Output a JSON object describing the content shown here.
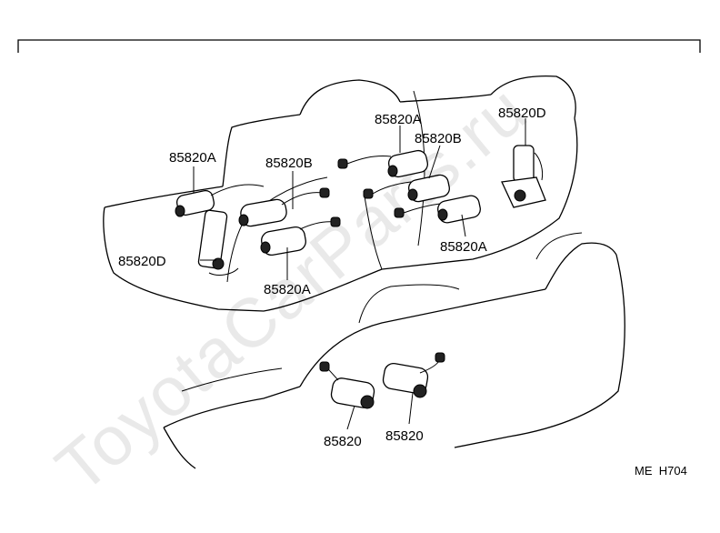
{
  "watermark": "ToyotaCarParts.ru",
  "parts": {
    "p1": "85820A",
    "p2": "85820B",
    "p3": "85820D",
    "p4": "85820A",
    "p5": "85820A",
    "p6": "85820B",
    "p7": "85820D",
    "p8": "85820A",
    "p9": "85820",
    "p10": "85820"
  },
  "figure_code": "ME  H704"
}
